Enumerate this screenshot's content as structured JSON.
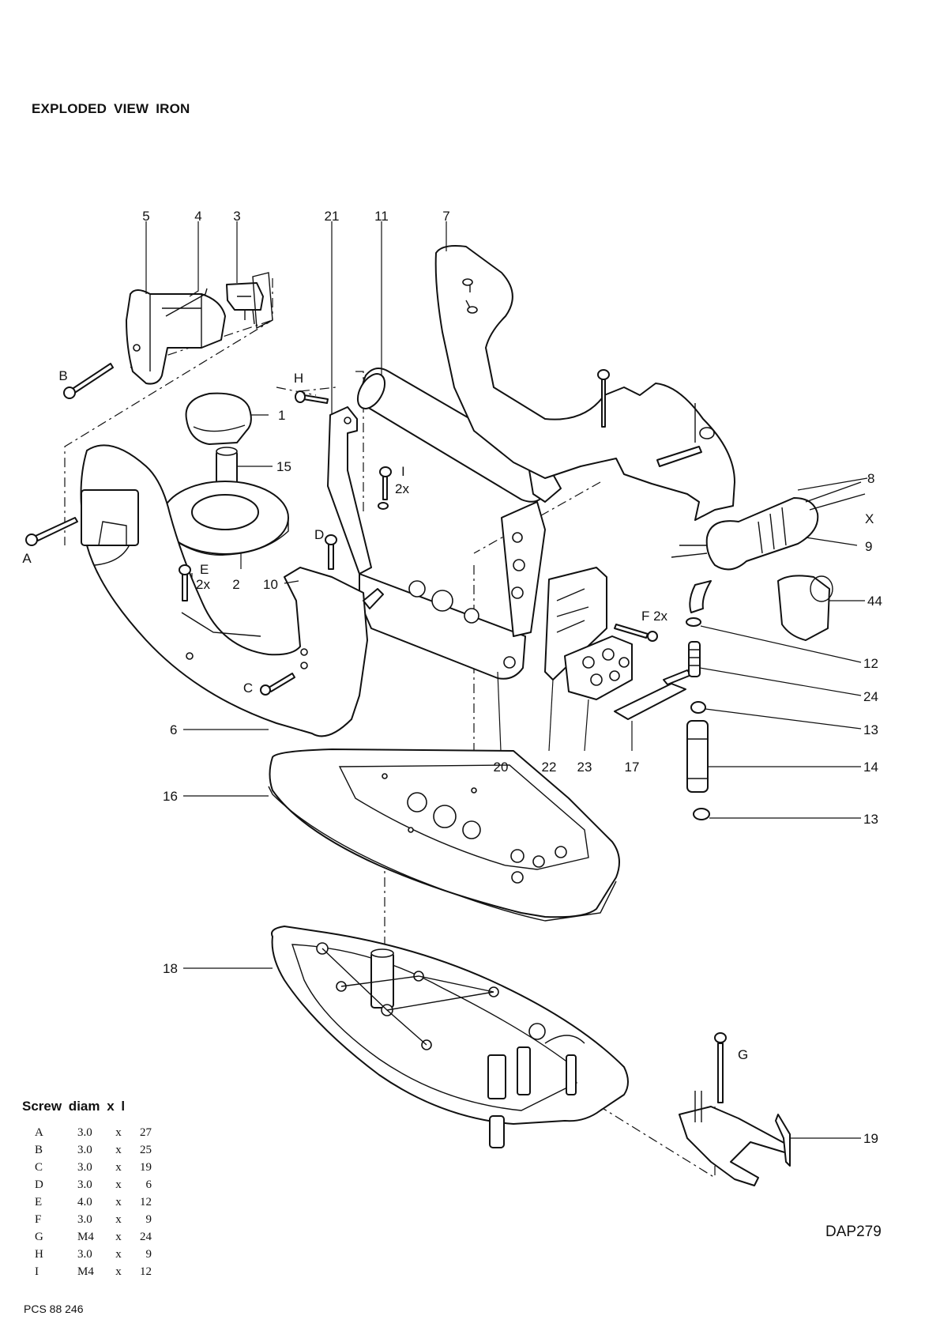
{
  "title": "EXPLODED VIEW  IRON",
  "screw_table": {
    "heading": "Screw  diam  x  l",
    "rows": [
      {
        "letter": "A",
        "diam": "3.0",
        "x": "x",
        "len": "27"
      },
      {
        "letter": "B",
        "diam": "3.0",
        "x": "x",
        "len": "25"
      },
      {
        "letter": "C",
        "diam": "3.0",
        "x": "x",
        "len": "19"
      },
      {
        "letter": "D",
        "diam": "3.0",
        "x": "x",
        "len": "6"
      },
      {
        "letter": "E",
        "diam": "4.0",
        "x": "x",
        "len": "12"
      },
      {
        "letter": "F",
        "diam": "3.0",
        "x": "x",
        "len": "9"
      },
      {
        "letter": "G",
        "diam": "M4",
        "x": "x",
        "len": "24"
      },
      {
        "letter": "H",
        "diam": "3.0",
        "x": "x",
        "len": "9"
      },
      {
        "letter": "I",
        "diam": "M4",
        "x": "x",
        "len": "12"
      }
    ]
  },
  "ref_code": "DAP279",
  "pcs_code": "PCS 88 246",
  "labels": {
    "p1": "1",
    "p2": "2",
    "p3": "3",
    "p4": "4",
    "p5": "5",
    "p6": "6",
    "p7": "7",
    "p8": "8",
    "p9": "9",
    "p10": "10",
    "p11": "11",
    "p12": "12",
    "p13a": "13",
    "p13b": "13",
    "p14": "14",
    "p15": "15",
    "p16": "16",
    "p17": "17",
    "p18": "18",
    "p19": "19",
    "p20": "20",
    "p21": "21",
    "p22": "22",
    "p23": "23",
    "p24": "24",
    "p44": "44",
    "sA": "A",
    "sB": "B",
    "sC": "C",
    "sD": "D",
    "sE": "E",
    "sE2x": "2x",
    "sF": "F 2x",
    "sG": "G",
    "sH": "H",
    "sI": "I",
    "sI2x": "2x",
    "sX": "X"
  }
}
